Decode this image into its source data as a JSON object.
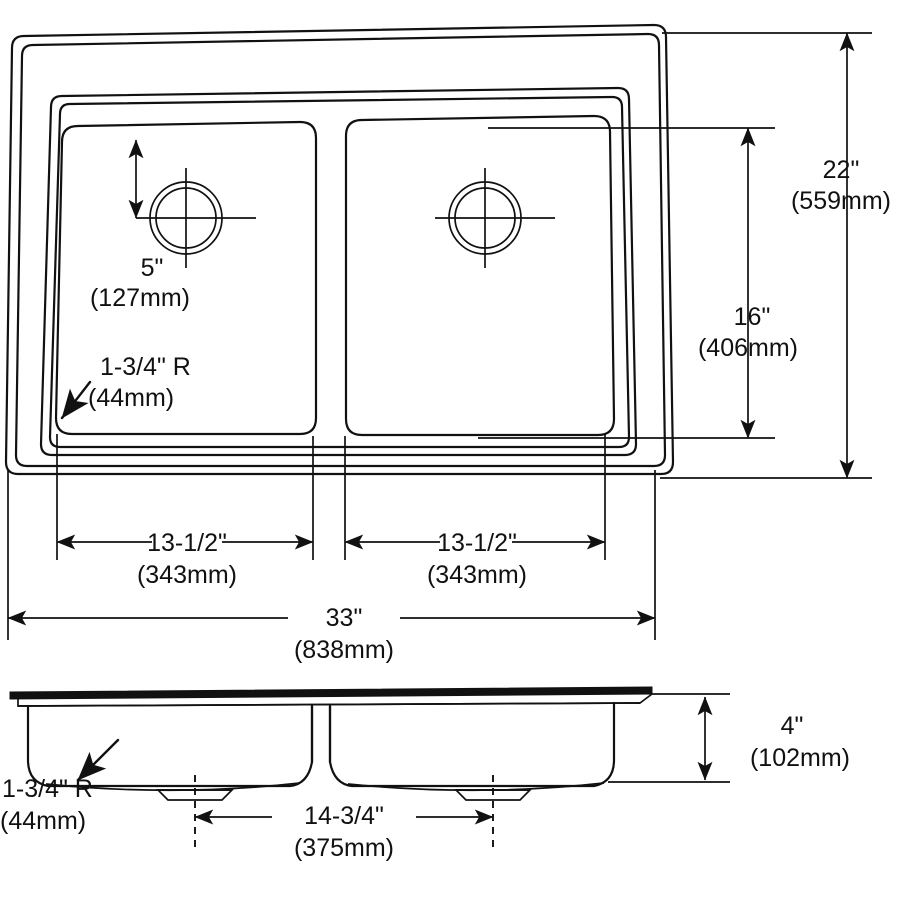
{
  "document": {
    "kind": "technical-drawing",
    "subject": "Double bowl drop-in kitchen sink",
    "views": [
      "top-view",
      "front-section-view"
    ],
    "line_color": "#111111",
    "background_color": "#ffffff"
  },
  "dimensions": {
    "overall_width": {
      "imperial": "33\"",
      "metric": "(838mm)"
    },
    "overall_depth": {
      "imperial": "22\"",
      "metric": "(559mm)"
    },
    "bowl_inner_depth": {
      "imperial": "16\"",
      "metric": "(406mm)"
    },
    "left_bowl_width": {
      "imperial": "13-1/2\"",
      "metric": "(343mm)"
    },
    "right_bowl_width": {
      "imperial": "13-1/2\"",
      "metric": "(343mm)"
    },
    "drain_offset_from_back": {
      "imperial": "5\"",
      "metric": "(127mm)"
    },
    "corner_radius_top": {
      "imperial": "1-3/4\" R",
      "metric": "(44mm)"
    },
    "corner_radius_side": {
      "imperial": "1-3/4\" R",
      "metric": "(44mm)"
    },
    "drain_to_drain_spacing": {
      "imperial": "14-3/4\"",
      "metric": "(375mm)"
    },
    "bowl_height": {
      "imperial": "4\"",
      "metric": "(102mm)"
    }
  },
  "labels": {
    "overall_width_in": "33\"",
    "overall_width_mm": "(838mm)",
    "overall_depth_in": "22\"",
    "overall_depth_mm": "(559mm)",
    "inner_depth_in": "16\"",
    "inner_depth_mm": "(406mm)",
    "left_bowl_in": "13-1/2\"",
    "left_bowl_mm": "(343mm)",
    "right_bowl_in": "13-1/2\"",
    "right_bowl_mm": "(343mm)",
    "drain_offset_in": "5\"",
    "drain_offset_mm": "(127mm)",
    "radius_top_in": "1-3/4\" R",
    "radius_top_mm": "(44mm)",
    "radius_side_in": "1-3/4\" R",
    "radius_side_mm": "(44mm)",
    "drain_spacing_in": "14-3/4\"",
    "drain_spacing_mm": "(375mm)",
    "bowl_height_in": "4\"",
    "bowl_height_mm": "(102mm)"
  },
  "features": {
    "left_drain": {
      "name": "left-drain-opening"
    },
    "right_drain": {
      "name": "right-drain-opening"
    },
    "center_divider": {
      "name": "bowl-divider"
    },
    "rim": {
      "name": "sink-rim"
    }
  }
}
